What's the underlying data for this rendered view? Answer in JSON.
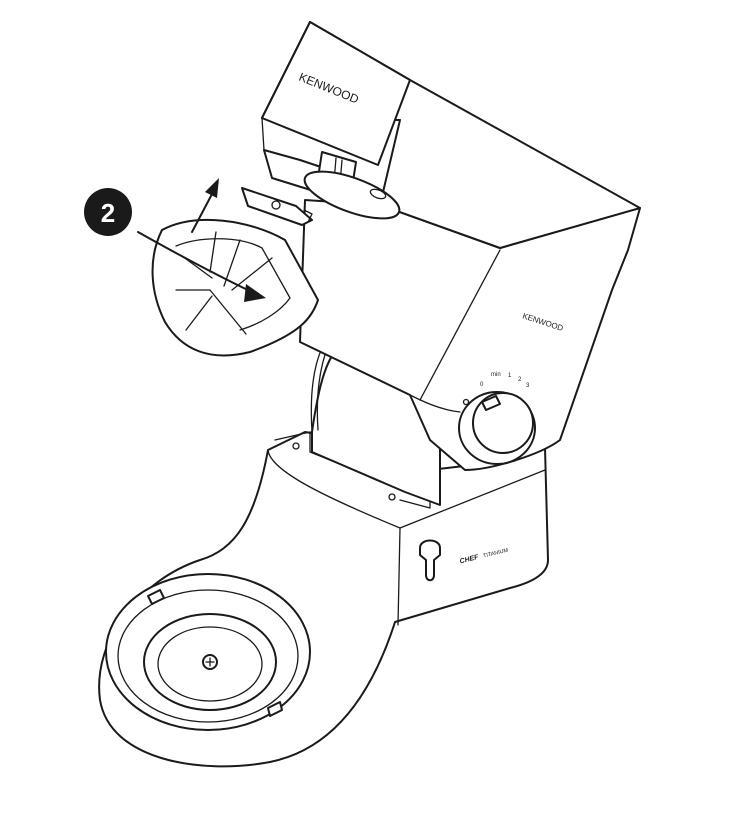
{
  "step_badge": {
    "label": "2"
  },
  "head_brand": "KENWOOD",
  "body_brand": "KENWOOD",
  "speed_labels": [
    "0",
    "min",
    "1",
    "2",
    "3"
  ],
  "model_label_bold": "CHEF",
  "model_label": "TITANIUM",
  "colors": {
    "line": "#1a1a1a",
    "background": "#ffffff",
    "badge": "#1a1a1a"
  },
  "icons": [
    "arrow-up-icon",
    "arrow-curved-icon"
  ]
}
